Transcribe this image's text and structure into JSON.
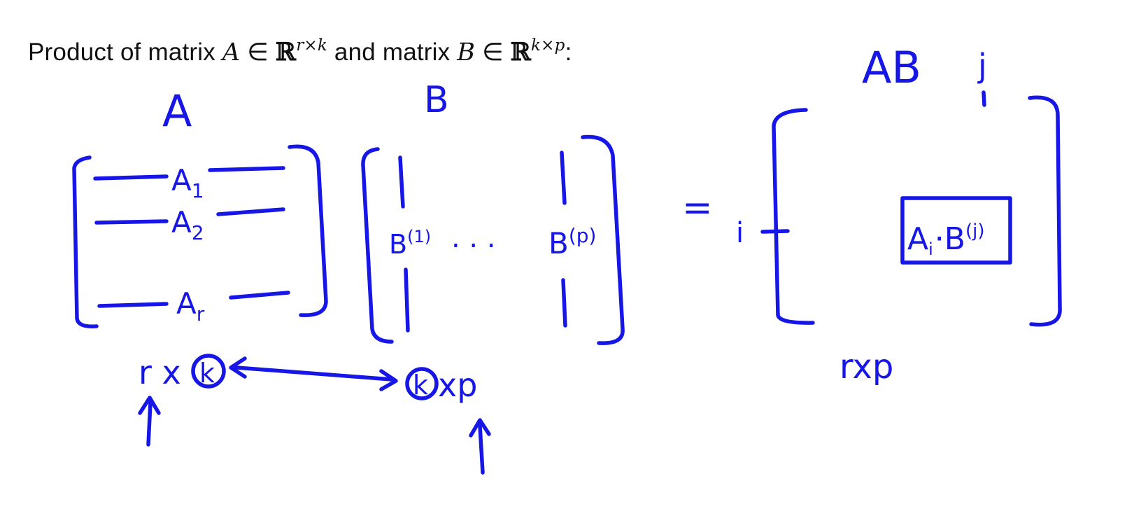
{
  "heading": {
    "prefix": "Product of matrix ",
    "matA": "A",
    "in1": " ∈ ",
    "reals1": "ℝ",
    "dimA": "r×k",
    "mid": " and matrix ",
    "matB": "B",
    "in2": " ∈ ",
    "reals2": "ℝ",
    "dimB": "k×p",
    "suffix": ":"
  },
  "matrix_a": {
    "label": "A",
    "rows": [
      {
        "base": "A",
        "sub": "1"
      },
      {
        "base": "A",
        "sub": "2"
      },
      {
        "base": "A",
        "sub": "r"
      }
    ],
    "dim_prefix": "r x",
    "dim_circled": "k"
  },
  "matrix_b": {
    "label": "B",
    "col_first": {
      "base": "B",
      "sup": "(1)"
    },
    "col_dots": ". . .",
    "col_last": {
      "base": "B",
      "sup": "(p)"
    },
    "dim_circled": "k",
    "dim_suffix": "xp"
  },
  "equals": "=",
  "product": {
    "label": "AB",
    "col_index": "j",
    "row_index": "i",
    "entry_base": "A",
    "entry_sub": "i",
    "entry_dot": "·",
    "entry_base2": "B",
    "entry_sup": "(j)",
    "dim": "rxp"
  },
  "colors": {
    "ink": "#1616e6",
    "text": "#111111",
    "background": "#ffffff"
  }
}
